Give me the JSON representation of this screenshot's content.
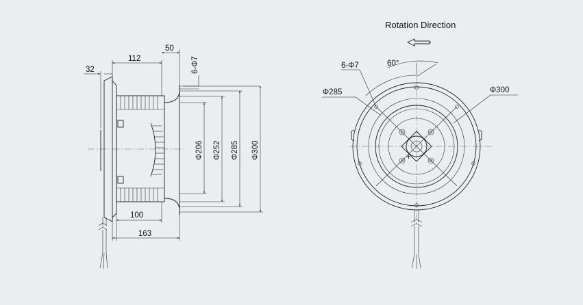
{
  "title": "Rotation  Direction",
  "side_view": {
    "dim_32": "32",
    "dim_112": "112",
    "dim_50": "50",
    "dim_holes": "6-Φ7",
    "dim_d206": "Φ206",
    "dim_d252": "Φ252",
    "dim_d285": "Φ285",
    "dim_d300": "Φ300",
    "dim_100": "100",
    "dim_163": "163"
  },
  "front_view": {
    "holes": "6-Φ7",
    "angle": "60°",
    "d285": "Φ285",
    "d300": "Φ300"
  },
  "colors": {
    "background": "#ecedef",
    "line": "#1e1e1e"
  }
}
